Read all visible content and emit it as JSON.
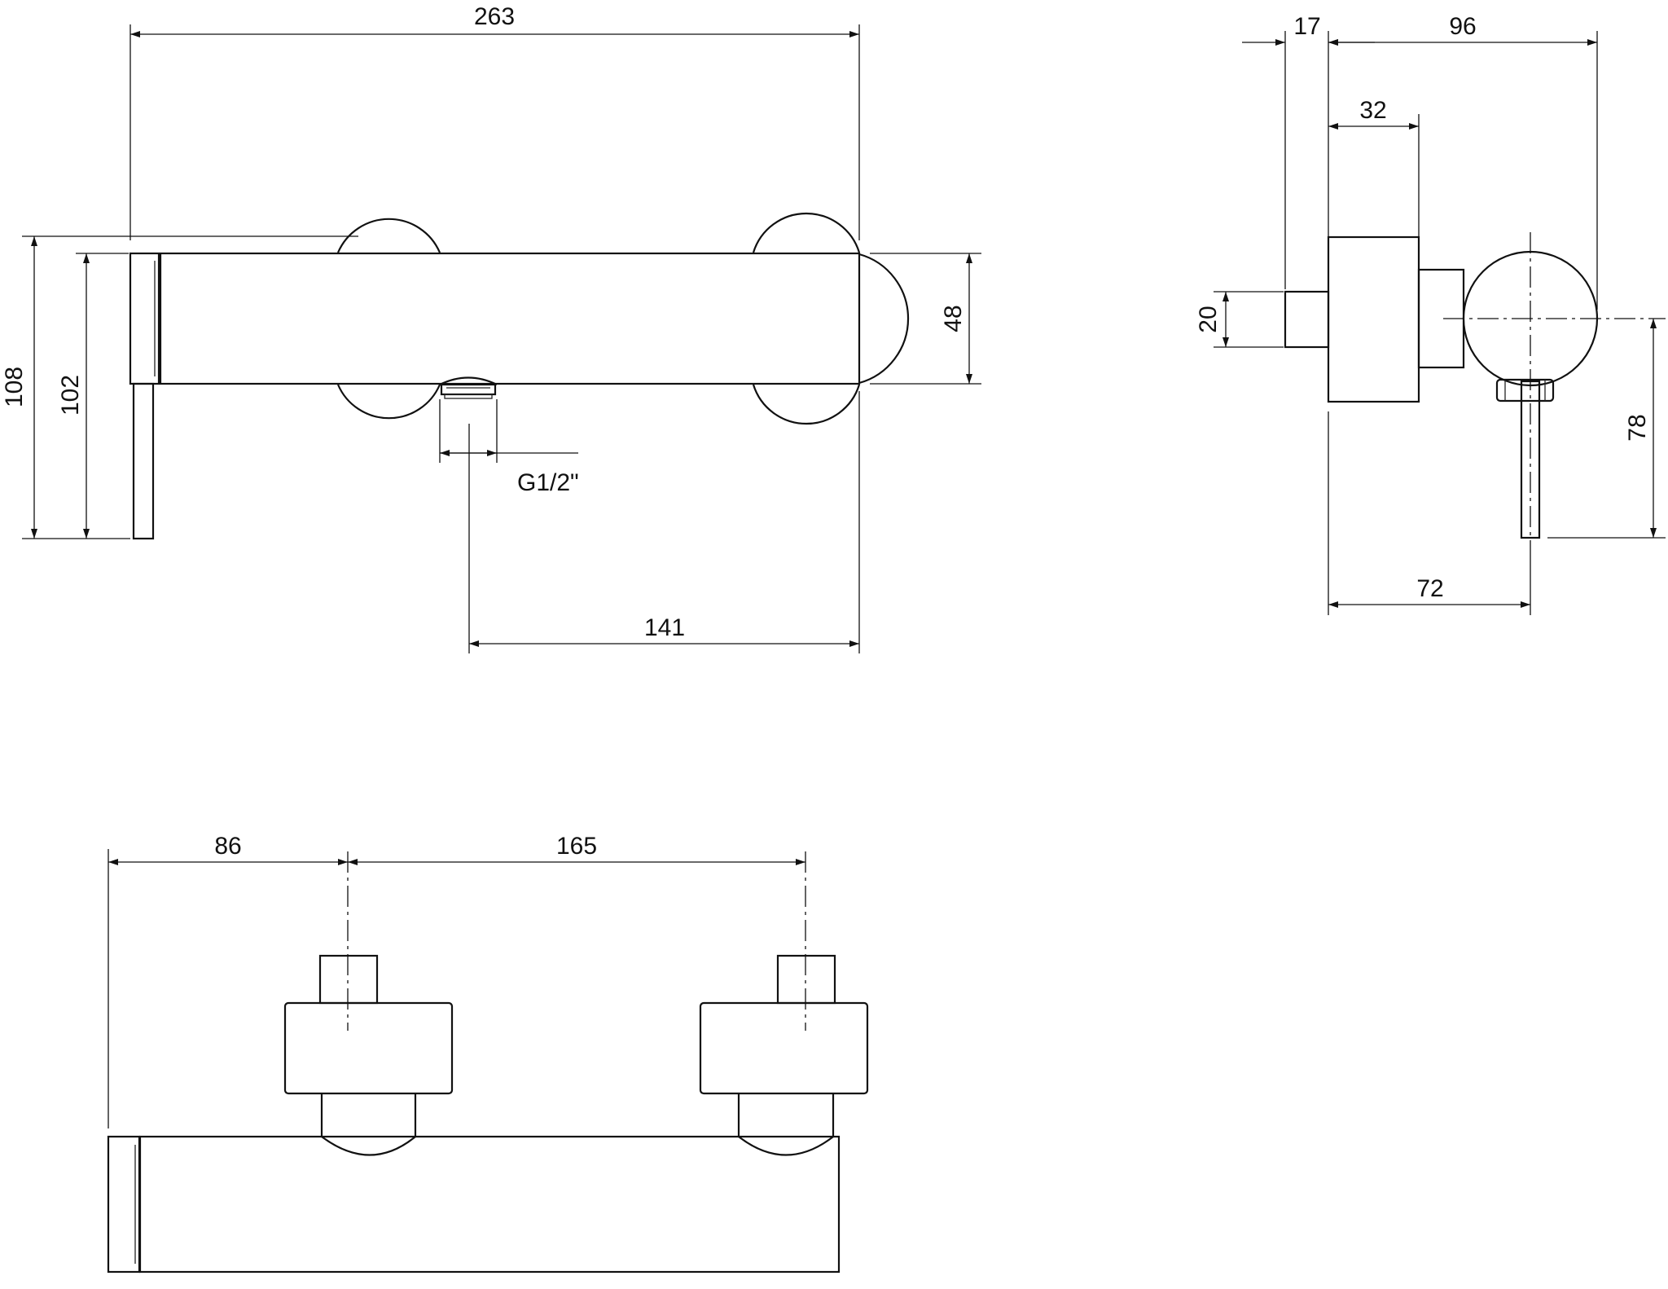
{
  "front_view": {
    "overall_width": "263",
    "overall_height": "108",
    "lever_height": "102",
    "body_height": "48",
    "outlet_offset": "141",
    "outlet_thread": "G1/2\""
  },
  "side_view": {
    "eccentric_depth": "17",
    "overall_depth": "96",
    "flange_depth": "32",
    "connector_height": "20",
    "lever_drop": "78",
    "lever_offset": "72"
  },
  "bottom_view": {
    "lever_to_inlet": "86",
    "inlet_spacing": "165"
  },
  "colors": {
    "line": "#111111",
    "background": "#ffffff"
  }
}
